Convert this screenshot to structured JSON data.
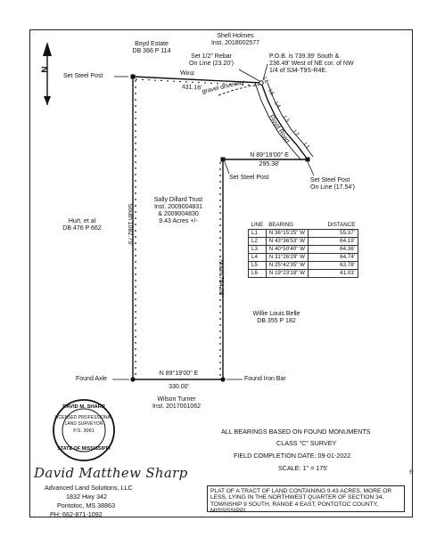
{
  "labels": {
    "adjoiner_north": [
      "Shell Holmes",
      "Inst. 2018002577"
    ],
    "adjoiner_boyd": [
      "Boyd Estate",
      "DB 366 P 114"
    ],
    "rebar": [
      "Set 1/2\" Rebar",
      "On Line (23.20')"
    ],
    "pob": [
      "P.O.B. is 739.39' South &",
      "236.49' West of NE cor. of NW",
      "1/4 of S34-T9S-R4E."
    ],
    "set_post_nw": "Set Steel Post",
    "north_call": [
      "West",
      "431.16'"
    ],
    "driveway": "gravel driveway",
    "road": "Floyd Road",
    "segments": [
      "L1",
      "L2",
      "L3",
      "L4",
      "L5",
      "L6"
    ],
    "inner_call": [
      "N 89°19'00\" E",
      "295.38'"
    ],
    "set_post_inner": "Set Steel Post",
    "set_post_online": [
      "Set Steel Post",
      "On Line (17.54')"
    ],
    "subject": [
      "Sally Dillard Trust",
      "Inst. 2009004831",
      "& 2009004830",
      "9.43 Acres +/-"
    ],
    "adjoiner_west": [
      "Hurt, et al",
      "DB 476 P 662"
    ],
    "west_call": "South  1082.75'",
    "east_call": "North  784.08'",
    "adjoiner_east": [
      "Willie Louis Belle",
      "DB 355 P 182"
    ],
    "found_axle": "Found Axle",
    "found_bar": "Found Iron Bar",
    "south_call": [
      "N 89°19'00\" E",
      "330.00'"
    ],
    "adjoiner_south": [
      "Wilson Turner",
      "Inst. 2017001062"
    ],
    "north_arrow": "N"
  },
  "line_table": {
    "headers": [
      "LINE",
      "BEARING",
      "DISTANCE"
    ],
    "rows": [
      [
        "L1",
        "N 36°15'25\" W",
        "55.37'"
      ],
      [
        "L2",
        "N 43°36'53\" W",
        "64.19'"
      ],
      [
        "L3",
        "N 40°50'40\" W",
        "64.36'"
      ],
      [
        "L4",
        "N 31°26'29\" W",
        "64.74'"
      ],
      [
        "L5",
        "N 25°42'35\" W",
        "63.78'"
      ],
      [
        "L6",
        "N 19°23'18\" W",
        "41.03'"
      ]
    ]
  },
  "seal": {
    "top": "DAVID M. SHARP",
    "mid": [
      "LICENSED PROFESSIONAL",
      "LAND SURVEYOR"
    ],
    "number": "P.S. 3061",
    "bottom": "STATE OF MISSISSIPPI"
  },
  "notes": {
    "basis": "ALL BEARINGS BASED ON FOUND MONUMENTS",
    "class": "CLASS \"C\" SURVEY",
    "date": "FIELD COMPLETION DATE: 09-01-2022",
    "scale": "SCALE:   1\"  =  175'"
  },
  "signature": "David Matthew Sharp",
  "company": [
    "Advanced Land Solutions, LLC",
    "1832 Hwy 342",
    "Pontotoc, MS  38863",
    "PH:  662-871-1092"
  ],
  "description": "PLAT OF A TRACT OF LAND CONTAINING 9.43 ACRES, MORE OR LESS, LYING IN THE NORTHWEST QUARTER OF SECTION 34, TOWNSHIP 9 SOUTH, RANGE 4 EAST, PONTOTOC COUNTY, MISSISSIPPI.",
  "margin_mark": "é"
}
